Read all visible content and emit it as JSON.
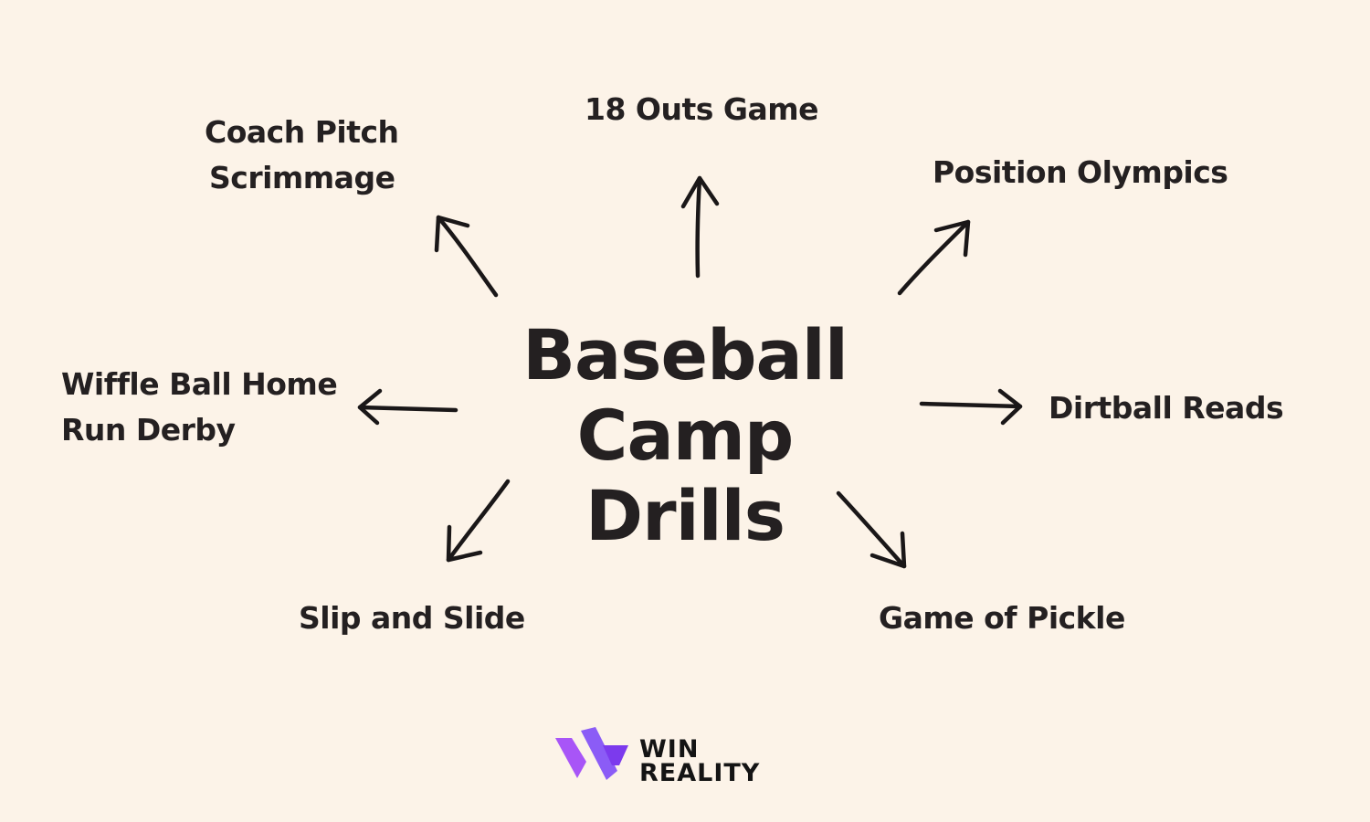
{
  "title": {
    "lines": [
      "Baseball",
      "Camp",
      "Drills"
    ]
  },
  "drills": [
    {
      "id": "coach-pitch",
      "lines": [
        "Coach Pitch",
        "Scrimmage"
      ]
    },
    {
      "id": "18-outs",
      "lines": [
        "18 Outs Game"
      ]
    },
    {
      "id": "position-olympics",
      "lines": [
        "Position Olympics"
      ]
    },
    {
      "id": "wiffle-ball",
      "lines": [
        "Wiffle Ball Home",
        "Run Derby"
      ]
    },
    {
      "id": "dirtball-reads",
      "lines": [
        "Dirtball Reads"
      ]
    },
    {
      "id": "slip-and-slide",
      "lines": [
        "Slip and Slide"
      ]
    },
    {
      "id": "game-of-pickle",
      "lines": [
        "Game of Pickle"
      ]
    }
  ],
  "logo": {
    "lines": [
      "WIN",
      "REALITY"
    ],
    "mark_colors": [
      "#a855f7",
      "#7c3aed"
    ]
  },
  "colors": {
    "background": "#fcf3e8",
    "text": "#242021",
    "arrow": "#1a1718"
  }
}
